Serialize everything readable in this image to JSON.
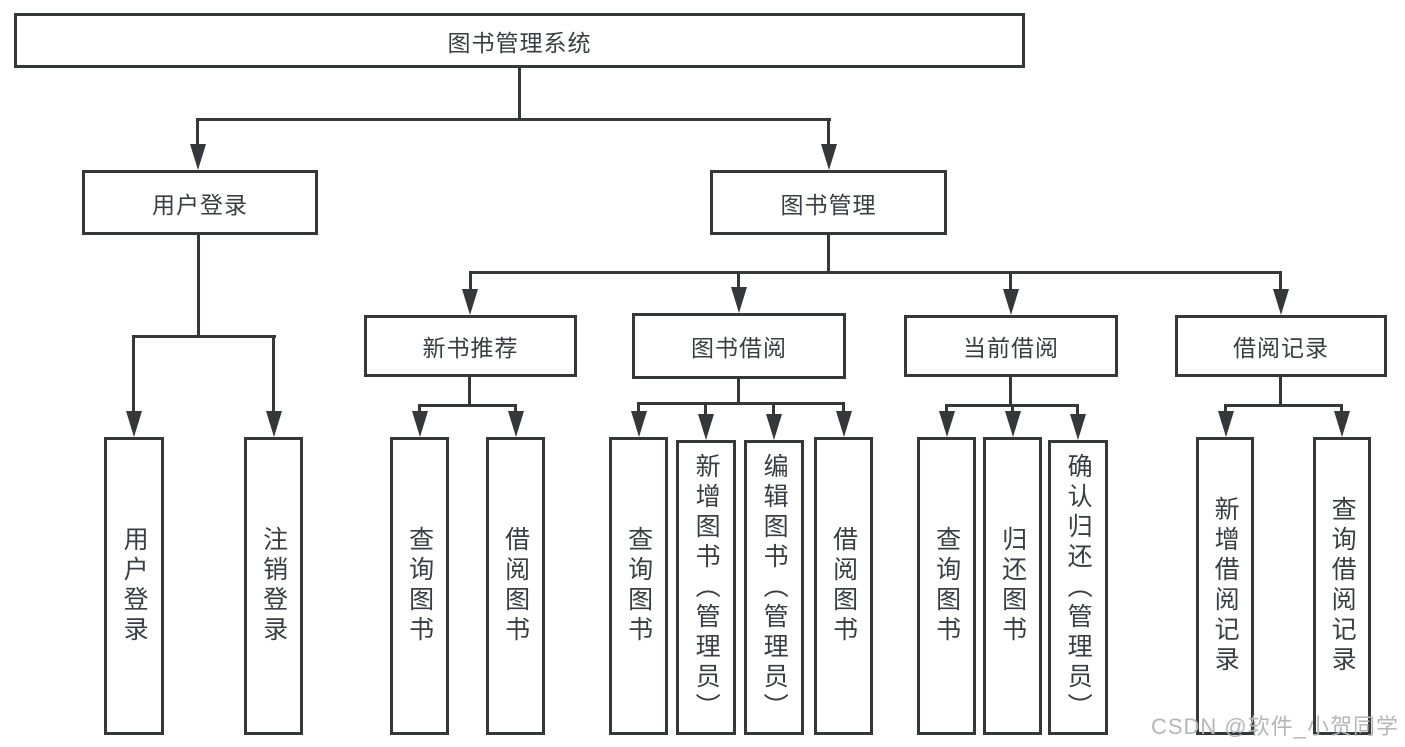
{
  "tree": {
    "root": {
      "label": "图书管理系统"
    },
    "level2": [
      {
        "label": "用户登录"
      },
      {
        "label": "图书管理"
      }
    ],
    "level3": [
      {
        "label": "新书推荐"
      },
      {
        "label": "图书借阅"
      },
      {
        "label": "当前借阅"
      },
      {
        "label": "借阅记录"
      }
    ],
    "leaves": {
      "user_login": [
        "用户登录",
        "注销登录"
      ],
      "new_book": [
        "查询图书",
        "借阅图书"
      ],
      "book_borrow": [
        "查询图书",
        "新增图书（管理员）",
        "编辑图书（管理员）",
        "借阅图书"
      ],
      "current_borrow": [
        "查询图书",
        "归还图书",
        "确认归还（管理员）"
      ],
      "borrow_records": [
        "新增借阅记录",
        "查询借阅记录"
      ]
    }
  },
  "watermark": "CSDN @软件_小贺同学",
  "colors": {
    "line": "#35373b",
    "text": "#3a3d43",
    "background": "#ffffff",
    "watermark": "#b4b6ba"
  }
}
